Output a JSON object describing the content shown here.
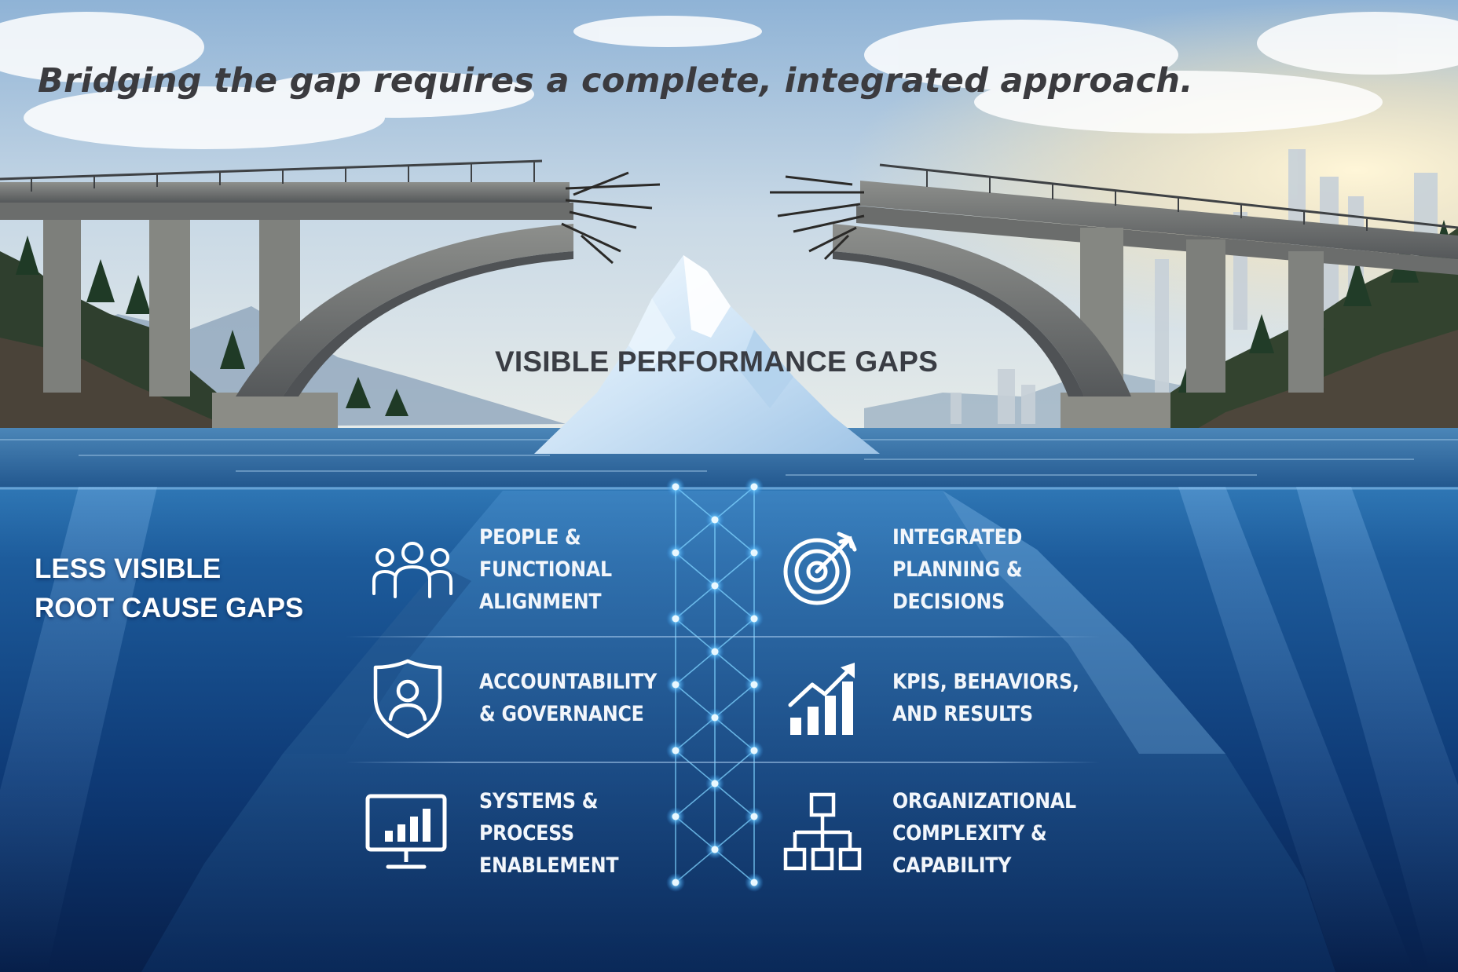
{
  "headline": "Bridging the gap requires a complete, integrated approach.",
  "visible_label": "VISIBLE PERFORMANCE GAPS",
  "root_label": "LESS VISIBLE\nROOT CAUSE GAPS",
  "items": [
    {
      "label": "PEOPLE &\nFUNCTIONAL\nALIGNMENT",
      "icon": "people-group-icon"
    },
    {
      "label": "INTEGRATED\nPLANNING &\nDECISIONS",
      "icon": "target-icon"
    },
    {
      "label": "ACCOUNTABILITY\n& GOVERNANCE",
      "icon": "shield-person-icon"
    },
    {
      "label": "KPIS, BEHAVIORS,\nAND RESULTS",
      "icon": "growth-chart-icon"
    },
    {
      "label": "SYSTEMS &\nPROCESS\nENABLEMENT",
      "icon": "monitor-chart-icon"
    },
    {
      "label": "ORGANIZATIONAL\nCOMPLEXITY &\nCAPABILITY",
      "icon": "org-chart-icon"
    }
  ],
  "colors": {
    "sky_top": "#8fb3d6",
    "water_surface": "#2b6ea8",
    "deep_water": "#0a2a5c",
    "ice": "#dcebf8",
    "network_glow": "#7fd3ff",
    "label_dark": "#3a3d44"
  }
}
